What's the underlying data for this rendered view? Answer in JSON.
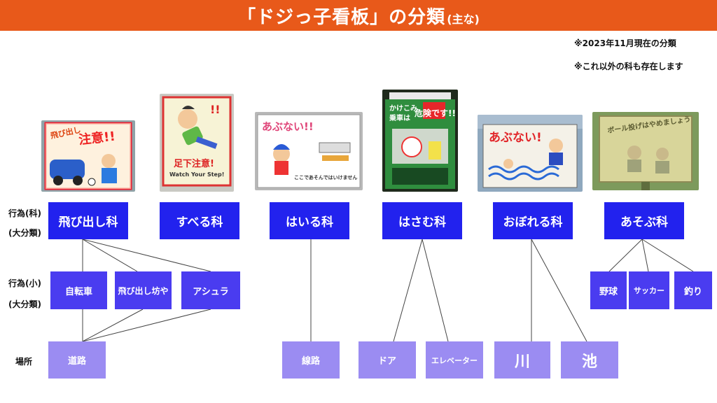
{
  "header": {
    "title": "「ドジっ子看板」の分類",
    "subtitle": "(主な)"
  },
  "notes": [
    "※2023年11月現在の分類",
    "※これ以外の科も存在します"
  ],
  "row_labels": {
    "large": [
      "行為(科)",
      "(大分類)"
    ],
    "small": [
      "行為(小)",
      "(大分類)"
    ],
    "place": "場所"
  },
  "photos": {
    "tobidashi": [
      "飛び出し",
      "注意!!"
    ],
    "suberu": [
      "足下注意!",
      "Watch Your Step!"
    ],
    "hairu": [
      "あぶない!!",
      "ここであそんではいけません"
    ],
    "hasamu": [
      "かけこみ",
      "乗車は",
      "危険です!!"
    ],
    "oboreru": [
      "あぶない!"
    ],
    "asobu": [
      "ボール投げはやめましょう"
    ]
  },
  "categories": {
    "tobidashi": "飛び出し科",
    "suberu": "すべる科",
    "hairu": "はいる科",
    "hasamu": "はさむ科",
    "oboreru": "おぼれる科",
    "asobu": "あそぶ科"
  },
  "subcategories": {
    "jitensha": "自転車",
    "tobidashi_boya": "飛び出し坊や",
    "ashura": "アシュラ",
    "yakyu": "野球",
    "soccer": "サッカー",
    "tsuri": "釣り"
  },
  "places": {
    "doro": "道路",
    "senro": "線路",
    "door": "ドア",
    "elevator": "エレベーター",
    "kawa": "川",
    "ike": "池"
  },
  "colors": {
    "header": "#e8591a",
    "category": "#2222ee",
    "subcategory": "#4a3cf0",
    "place": "#9b8cf2"
  }
}
